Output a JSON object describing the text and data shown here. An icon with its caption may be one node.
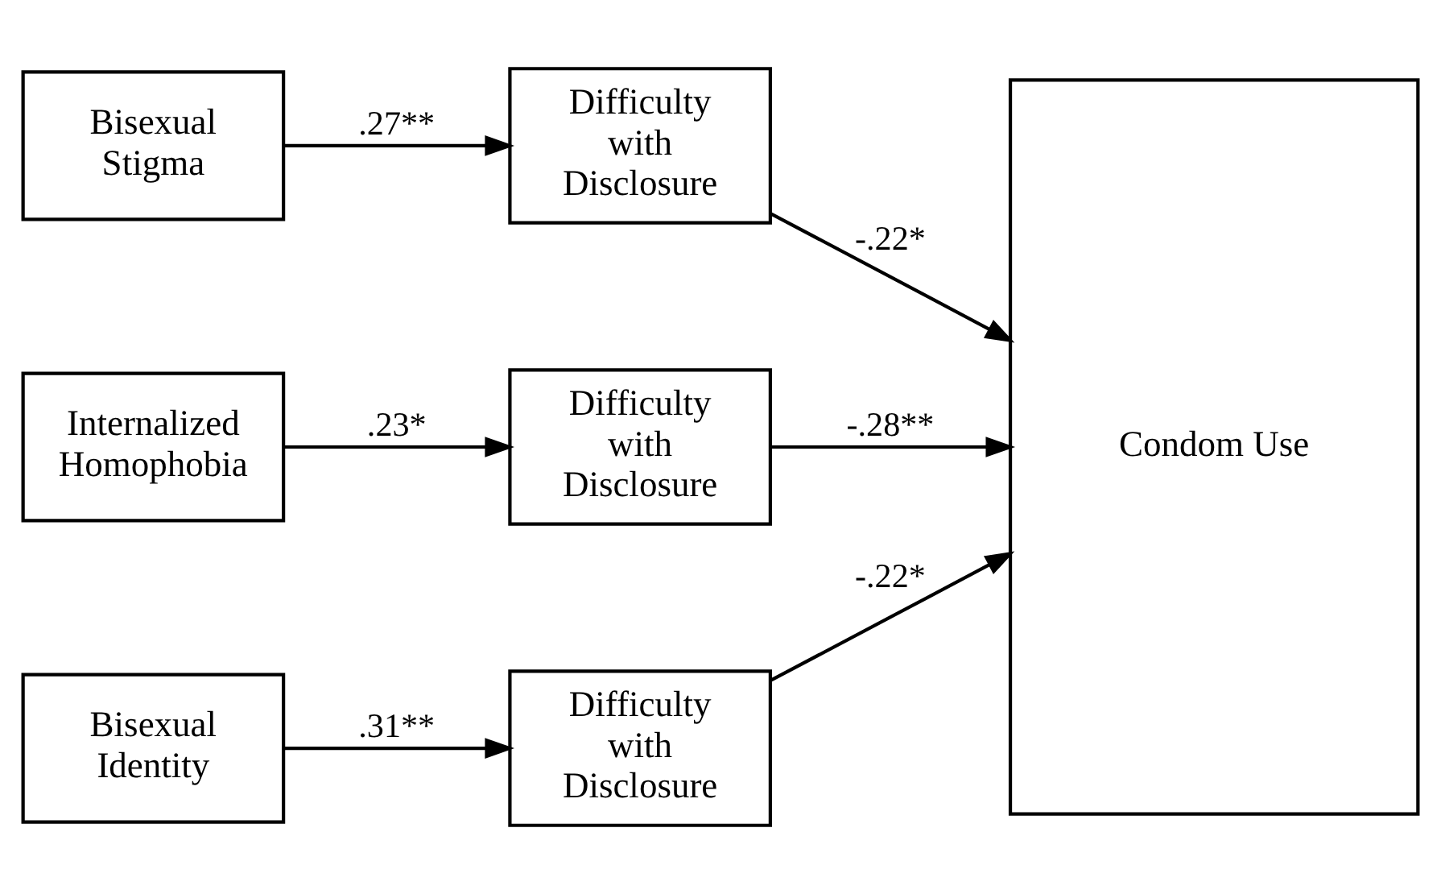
{
  "diagram": {
    "nodes": [
      {
        "text": [
          "Bisexual Stigma"
        ]
      },
      {
        "text": [
          "Difficulty with Disclosure"
        ]
      },
      {
        "text": [
          "Internalized Homophobia"
        ]
      },
      {
        "text": [
          "Difficulty with Disclosure"
        ]
      },
      {
        "text": [
          "Bisexual Identity"
        ]
      },
      {
        "text": [
          "Difficulty with Disclosure"
        ]
      },
      {
        "text": [
          "Condom Use"
        ]
      }
    ],
    "edges": [
      {
        "from": 0,
        "to": 1,
        "arrow": "to",
        "label": ".27**"
      },
      {
        "from": 1,
        "to": 6,
        "arrow": "to",
        "label": "-.22*"
      },
      {
        "from": 2,
        "to": 3,
        "arrow": "to",
        "label": ".23*"
      },
      {
        "from": 3,
        "to": 6,
        "arrow": "to",
        "label": "-.28**"
      },
      {
        "from": 4,
        "to": 5,
        "arrow": "to",
        "label": ".31**"
      },
      {
        "from": 5,
        "to": 6,
        "arrow": "to",
        "label": "-.22*"
      }
    ]
  }
}
